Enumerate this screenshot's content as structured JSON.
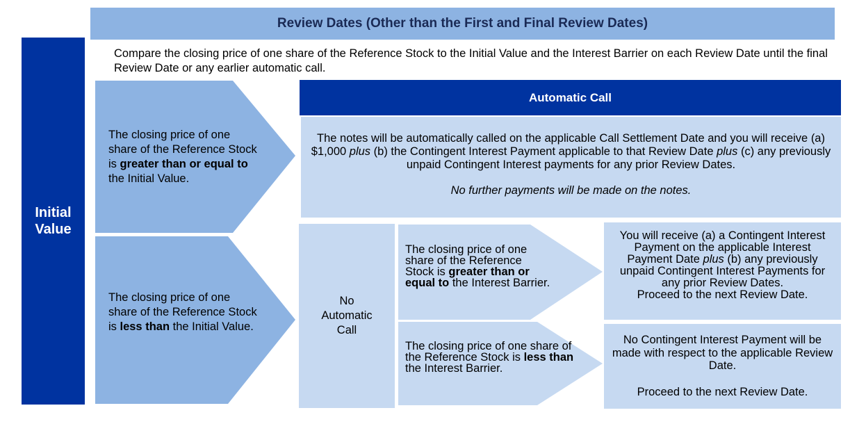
{
  "header": {
    "title": "Review Dates (Other than the First and Final Review Dates)"
  },
  "left_bar": {
    "label_line1": "Initial",
    "label_line2": "Value"
  },
  "intro": {
    "text": "Compare the closing price of one share of the Reference Stock to the Initial Value and the Interest Barrier on each Review Date until the final Review Date or any earlier automatic call."
  },
  "branch_above": {
    "pre": "The closing price of one share of the Reference Stock is ",
    "bold": "greater than or equal to",
    "post": " the Initial Value."
  },
  "branch_below": {
    "pre": "The closing price of one share of the Reference Stock is ",
    "bold": "less than",
    "post": " the Initial Value."
  },
  "automatic_call": {
    "title": "Automatic Call",
    "body_a": "The notes will be automatically called on the applicable Call Settlement Date and you will receive (a) $1,000 ",
    "plus1": "plus",
    "body_b": " (b) the Contingent Interest Payment applicable to that Review Date ",
    "plus2": "plus",
    "body_c": " (c) any previously unpaid Contingent Interest payments for any prior Review Dates.",
    "footnote": "No further payments will be made on the notes."
  },
  "no_call": {
    "label": "No Automatic Call"
  },
  "barrier_above": {
    "pre": "The closing price of one share of the Reference Stock is ",
    "bold": "greater than or equal to",
    "post": " the Interest Barrier."
  },
  "barrier_below": {
    "pre": "The closing price of one share of the Reference Stock is ",
    "bold": "less than",
    "post": " the Interest Barrier."
  },
  "result_above": {
    "text_a": "You will receive (a) a Contingent Interest Payment on the applicable Interest Payment Date ",
    "plus": "plus",
    "text_b": " (b) any previously unpaid Contingent Interest Payments for any prior Review Dates.",
    "proceed": "Proceed to the next Review Date."
  },
  "result_below": {
    "text": "No Contingent Interest Payment will be made with respect to the applicable Review Date.",
    "proceed": "Proceed to the next Review Date."
  },
  "colors": {
    "dark_blue": "#0033a0",
    "medium_blue": "#8db3e2",
    "light_blue": "#c6d9f1",
    "header_text": "#1a2a55"
  }
}
